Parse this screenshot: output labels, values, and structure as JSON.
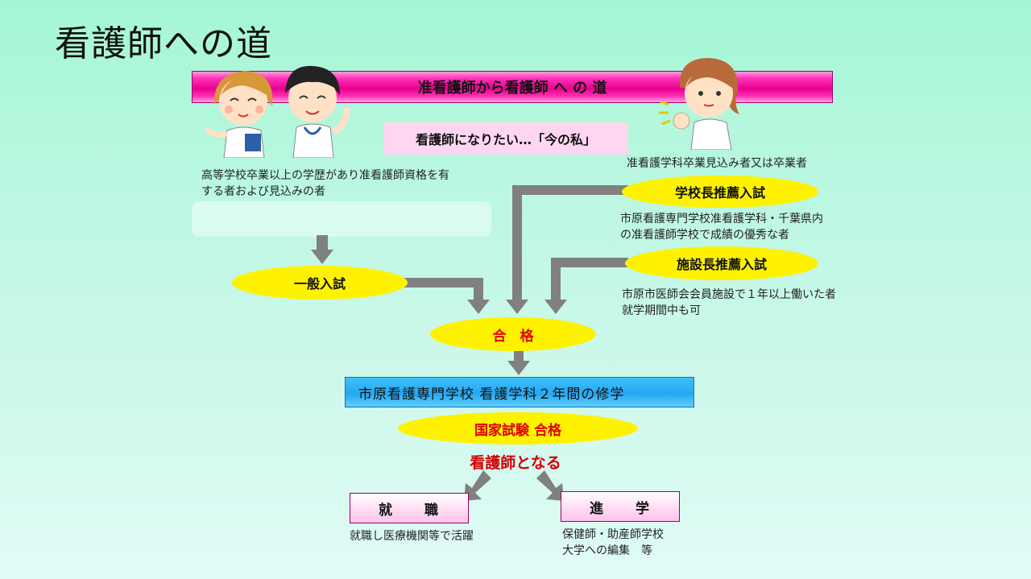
{
  "title": "看護師への道",
  "banner": "准看護師から看護師 へ の 道",
  "current_self": "看護師になりたい…「今の私」",
  "left_note": [
    "高等学校卒業以上の学歴があり准看護師資格を有",
    "する者および見込みの者"
  ],
  "right_top_note": "准看護学科卒業見込み者又は卒業者",
  "principal_exam": "学校長推薦入試",
  "principal_note": [
    "市原看護専門学校准看護学科・千葉県内",
    "の准看護師学校で成績の優秀な者"
  ],
  "facility_exam": "施設長推薦入試",
  "facility_note": [
    "市原市医師会会員施設で１年以上働いた者",
    "就学期間中も可"
  ],
  "general_exam": "一般入試",
  "pass": "合　格",
  "study": "市原看護専門学校 看護学科２年間の修学",
  "national_exam": "国家試験 合格",
  "become_nurse": "看護師となる",
  "employment": "就　　職",
  "employment_note": "就職し医療機関等で活躍",
  "further_study": "進　　学",
  "further_study_note": [
    "保健師・助産師学校",
    "大学への編集　等"
  ],
  "colors": {
    "arrow": "#808080",
    "ellipse": "#fff200",
    "banner": "#ff33b8",
    "study_bar": "#27a7f2",
    "accent_red": "#e00000"
  }
}
